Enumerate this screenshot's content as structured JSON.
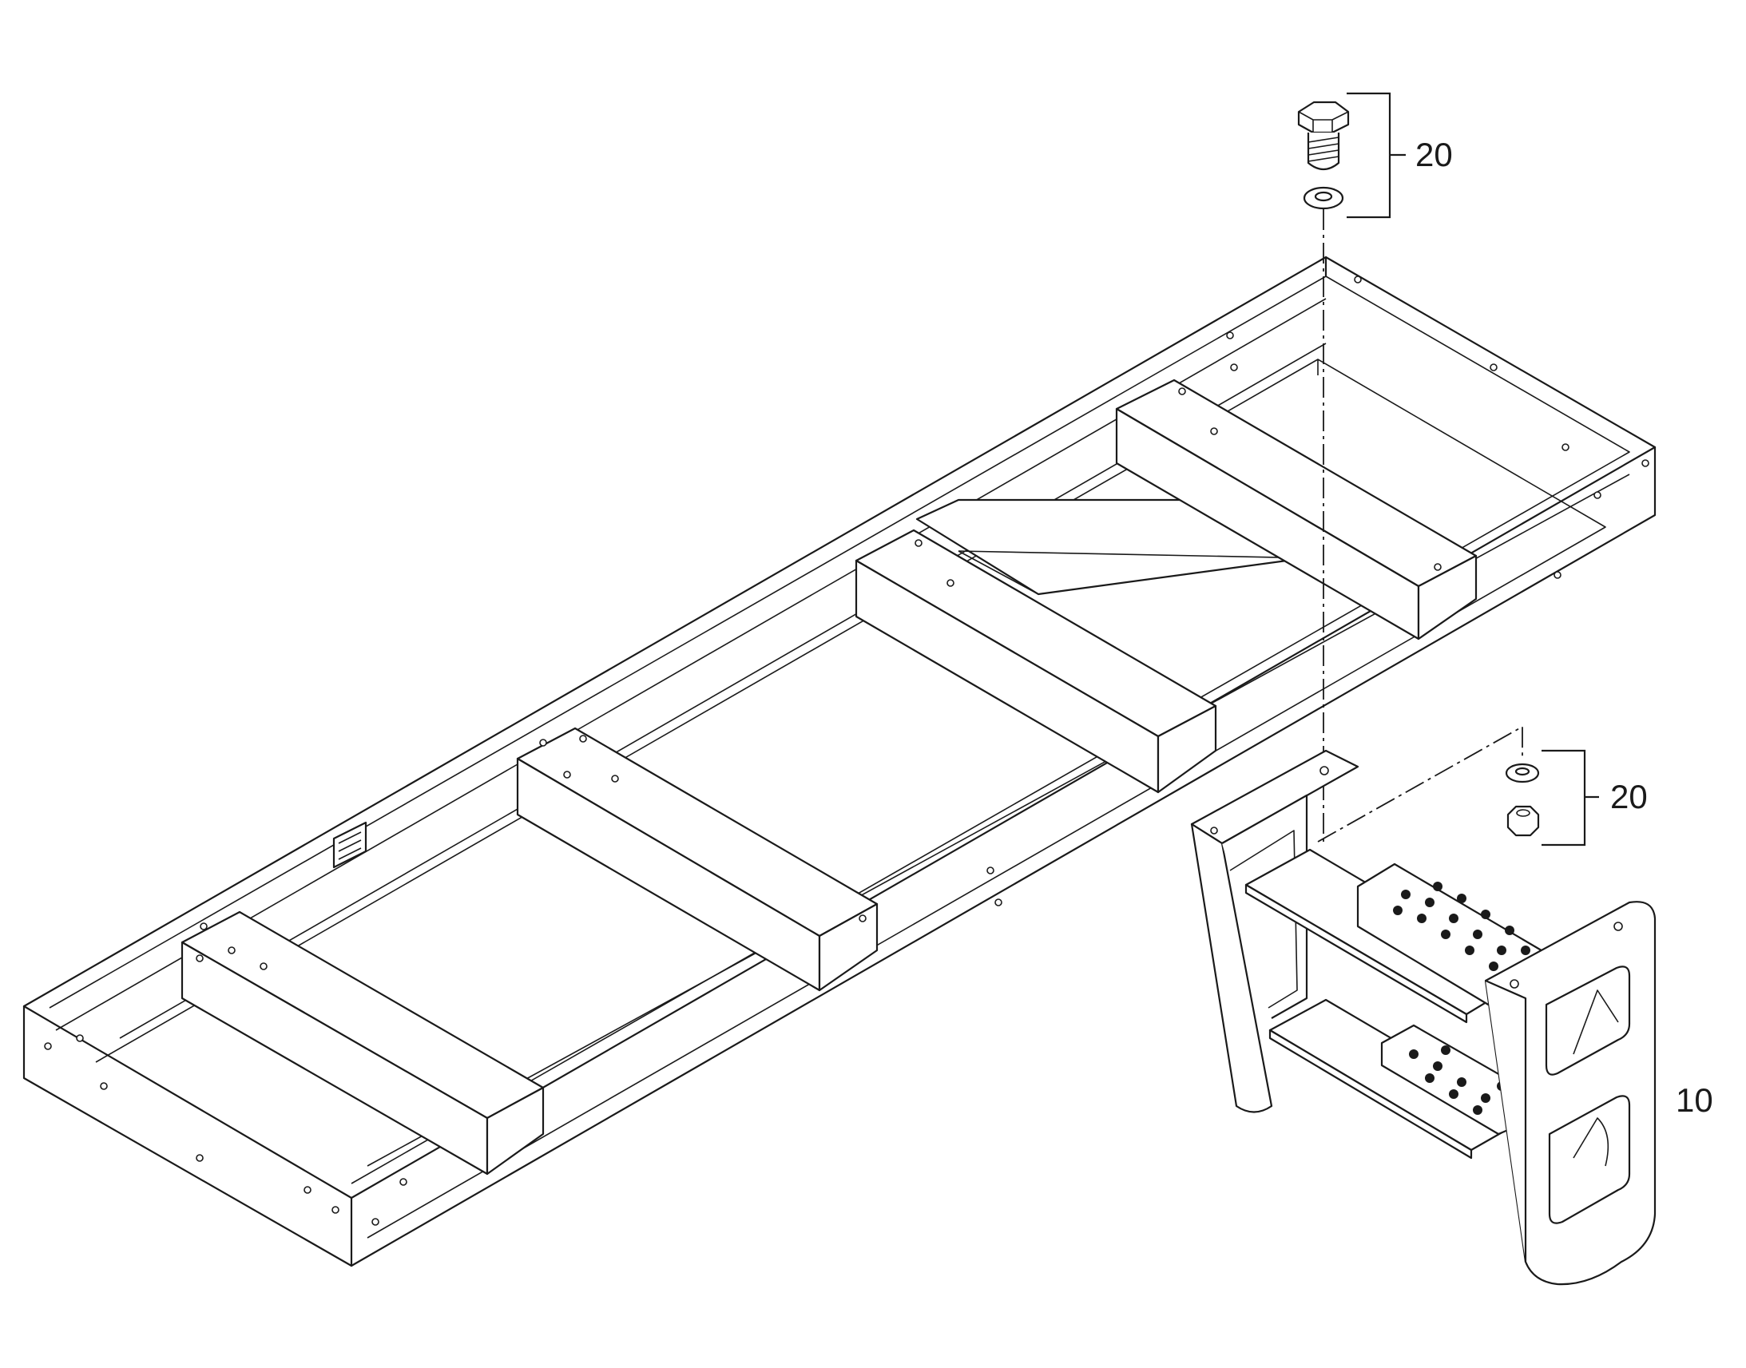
{
  "diagram": {
    "callouts": {
      "bolt_washer_kit": "20",
      "nut_washer_kit": "20",
      "step_assembly": "10"
    },
    "parts": [
      {
        "name": "frame",
        "label": ""
      },
      {
        "name": "hex-bolt",
        "label": ""
      },
      {
        "name": "washer",
        "label": ""
      },
      {
        "name": "hex-nut",
        "label": ""
      },
      {
        "name": "step-assembly",
        "label": ""
      }
    ]
  }
}
